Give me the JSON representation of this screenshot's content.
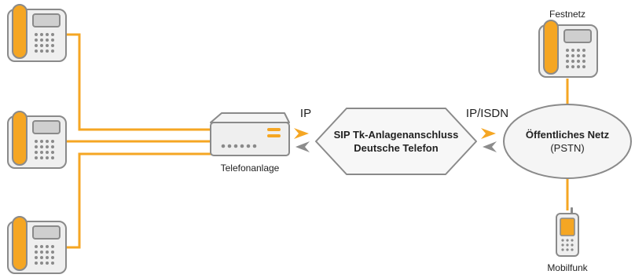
{
  "labels": {
    "pbx": "Telefonanlage",
    "ip": "IP",
    "ip_isdn": "IP/ISDN",
    "sip_line1": "SIP Tk-Anlagenanschluss",
    "sip_line2": "Deutsche Telefon",
    "network_line1": "Öffentliches Netz",
    "network_line2": "(PSTN)",
    "landline": "Festnetz",
    "mobile": "Mobilfunk"
  },
  "colors": {
    "accent": "#F5A623",
    "device_outline": "#8A8A8A",
    "device_fill": "#EDEDED",
    "arrow_gray": "#8C8C8C"
  }
}
